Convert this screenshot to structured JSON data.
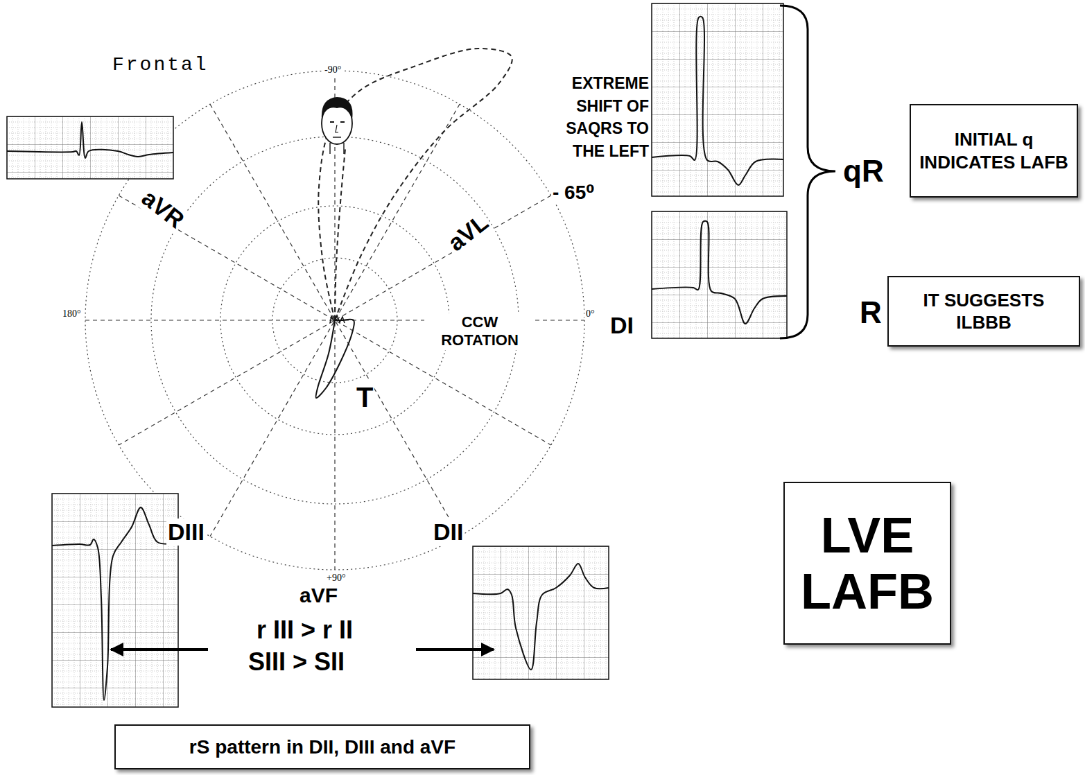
{
  "diagram": {
    "nodes": [
      {
        "text": [
          "INITIAL q INDICATES LAFB"
        ]
      },
      {
        "text": [
          "IT SUGGESTS ILBBB"
        ]
      },
      {
        "text": [
          "LVE LAFB"
        ]
      },
      {
        "text": [
          "rS pattern in DII, DIII and aVF"
        ]
      }
    ],
    "labels": [
      "Frontal",
      "-90°",
      "aVR",
      "aVL",
      "180°",
      "CCW ROTATION",
      "0°",
      "DI",
      "T",
      "DIII",
      "DII",
      "+90°",
      "aVF",
      "r III > r II",
      "SIII > SII",
      "EXTREME SHIFT OF SAQRS TO THE LEFT",
      "- 65⁰",
      "qR",
      "R"
    ]
  }
}
